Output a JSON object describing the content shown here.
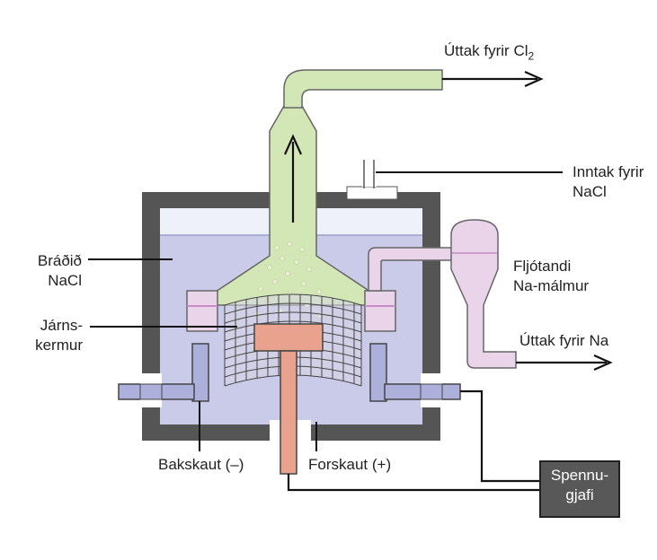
{
  "labels": {
    "outlet_cl2_prefix": "Úttak fyrir Cl",
    "outlet_cl2_sub": "2",
    "inlet_nacl_line1": "Inntak fyrir",
    "inlet_nacl_line2": "NaCl",
    "molten_nacl_line1": "Bráðið",
    "molten_nacl_line2": "NaCl",
    "liquid_na_line1": "Fljótandi",
    "liquid_na_line2": "Na-málmur",
    "iron_screen_line1": "Járns-",
    "iron_screen_line2": "kermur",
    "outlet_na": "Úttak fyrir Na",
    "cathode": "Bakskaut (–)",
    "anode": "Forskaut (+)",
    "power_line1": "Spennu-",
    "power_line2": "gjafi"
  },
  "colors": {
    "vessel": "#555555",
    "molten_salt": "#c9cbe8",
    "chlorine_gas": "#d3e6b6",
    "sodium_liquid": "#ead4ea",
    "anode": "#e8a28e",
    "cathode": "#aeb0dc",
    "power_supply": "#585858"
  }
}
